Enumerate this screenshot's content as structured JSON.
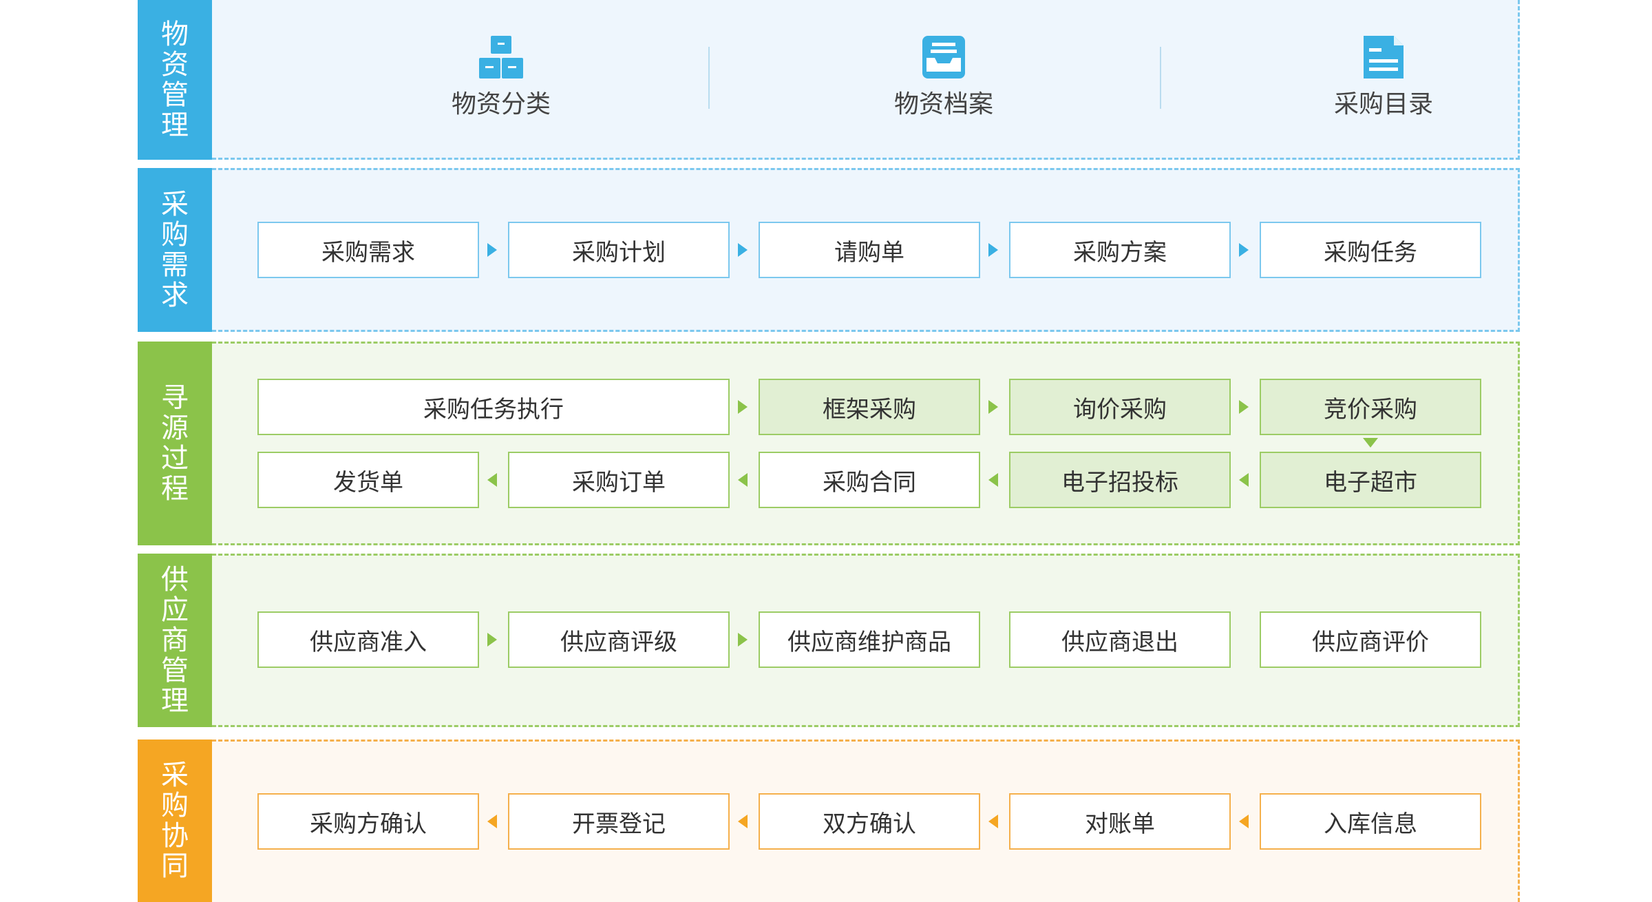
{
  "colors": {
    "blue": "#3ab0e3",
    "blue_panel_bg": "#eef6fd",
    "blue_border": "#7cc8ee",
    "green": "#8bc34a",
    "green_panel_bg": "#f2f8ec",
    "green_border": "#9ccc65",
    "green_box_fill": "#e1efd3",
    "orange": "#f5a623",
    "orange_panel_bg": "#fef8f1",
    "orange_border": "#f5b04c"
  },
  "sections": {
    "material_management": {
      "title": "物资管理",
      "items": [
        {
          "label": "物资分类",
          "icon": "boxes-icon"
        },
        {
          "label": "物资档案",
          "icon": "archive-tray-icon"
        },
        {
          "label": "采购目录",
          "icon": "catalog-document-icon"
        }
      ]
    },
    "purchase_demand": {
      "title": "采购需求",
      "steps": [
        "采购需求",
        "采购计划",
        "请购单",
        "采购方案",
        "采购任务"
      ]
    },
    "sourcing_process": {
      "title": "寻源过程",
      "row1": [
        "采购任务执行",
        "框架采购",
        "询价采购",
        "竞价采购"
      ],
      "row2": [
        "发货单",
        "采购订单",
        "采购合同",
        "电子招投标",
        "电子超市"
      ]
    },
    "supplier_management": {
      "title": "供应商管理",
      "steps": [
        "供应商准入",
        "供应商评级",
        "供应商维护商品",
        "供应商退出",
        "供应商评价"
      ]
    },
    "purchase_collaboration": {
      "title": "采购协同",
      "steps": [
        "采购方确认",
        "开票登记",
        "双方确认",
        "对账单",
        "入库信息"
      ]
    }
  }
}
